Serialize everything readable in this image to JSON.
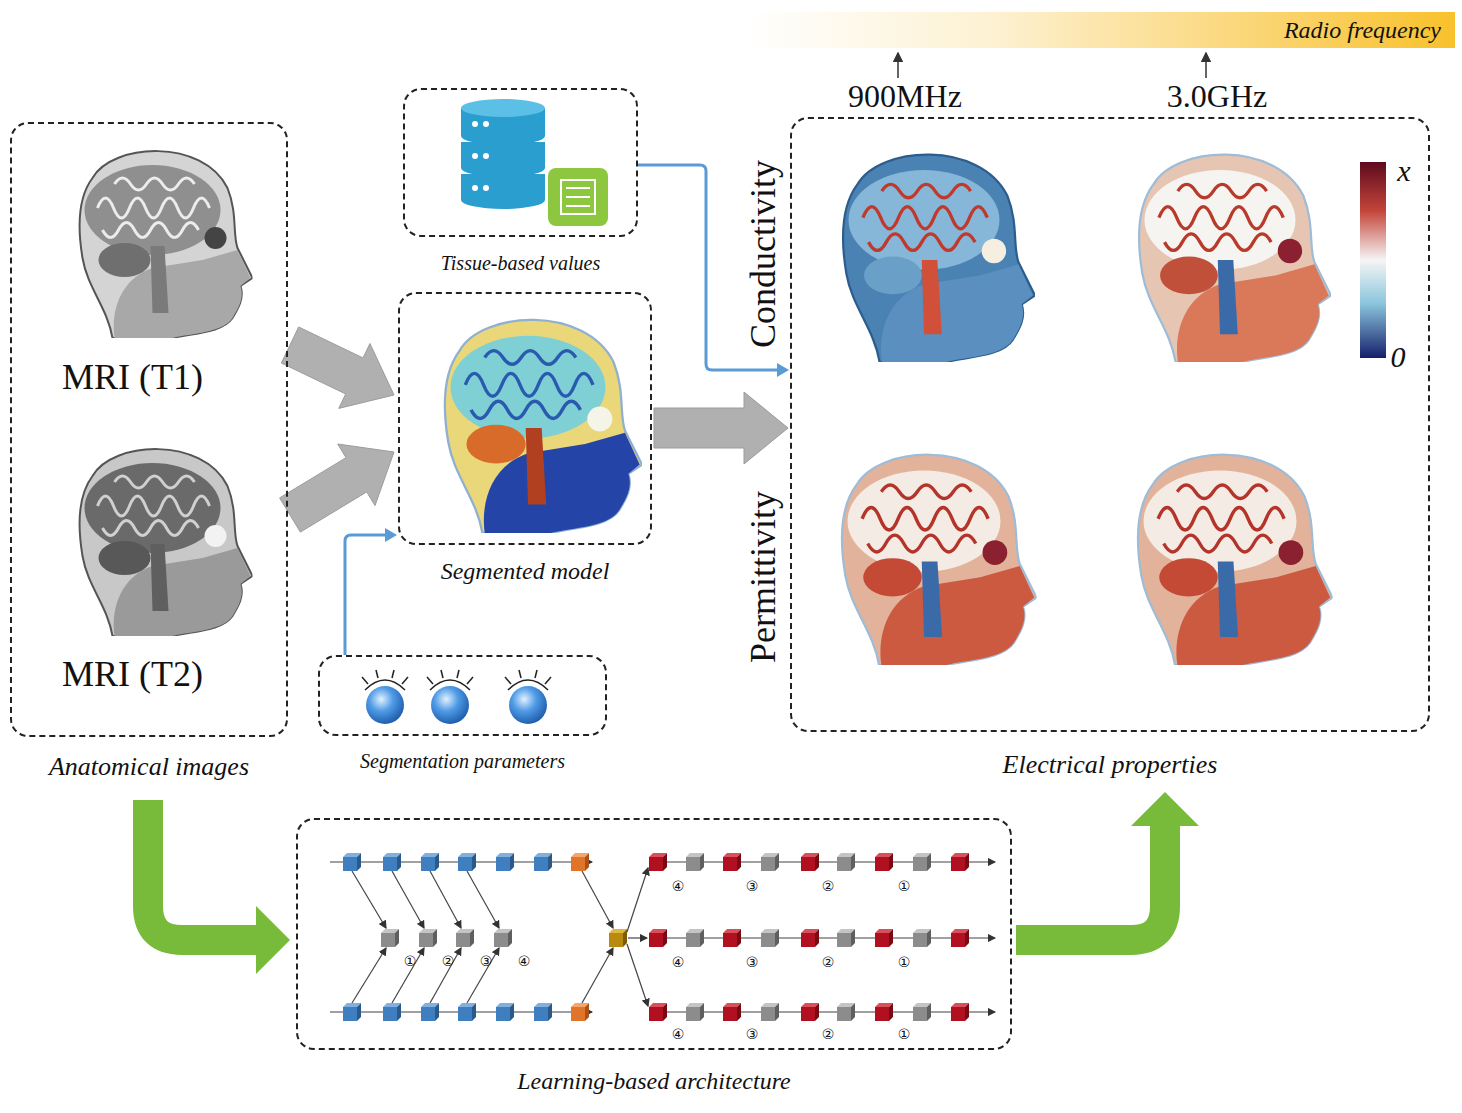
{
  "diagram": {
    "nodes": [
      {
        "text": [
          "MRI (T1)",
          "MRI (T2)",
          "Anatomical images"
        ]
      },
      {
        "text": [
          "Tissue-based values"
        ]
      },
      {
        "text": [
          "Segmented model"
        ]
      },
      {
        "text": [
          "Segmentation parameters"
        ]
      },
      {
        "text": [
          "Radio frequency"
        ]
      },
      {
        "text": [
          "Conductivity",
          "Permittivity",
          "Electrical properties"
        ]
      },
      {
        "text": [
          "Learning-based architecture"
        ]
      }
    ],
    "edges": [
      {
        "from": 0,
        "to": 2,
        "arrow": "to"
      },
      {
        "from": 0,
        "to": 2,
        "arrow": "to"
      },
      {
        "from": 3,
        "to": 2,
        "arrow": "to"
      },
      {
        "from": 2,
        "to": 5,
        "arrow": "to"
      },
      {
        "from": 1,
        "to": 5,
        "arrow": "to"
      },
      {
        "from": 0,
        "to": 6,
        "arrow": "to"
      },
      {
        "from": 6,
        "to": 5,
        "arrow": "to"
      }
    ],
    "labels": [
      "900MHz",
      "3.0GHz",
      "x",
      "0",
      "①",
      "②",
      "③",
      "④",
      "④",
      "③",
      "②",
      "①",
      "④",
      "③",
      "②",
      "①",
      "④",
      "③",
      "②",
      "①"
    ]
  }
}
